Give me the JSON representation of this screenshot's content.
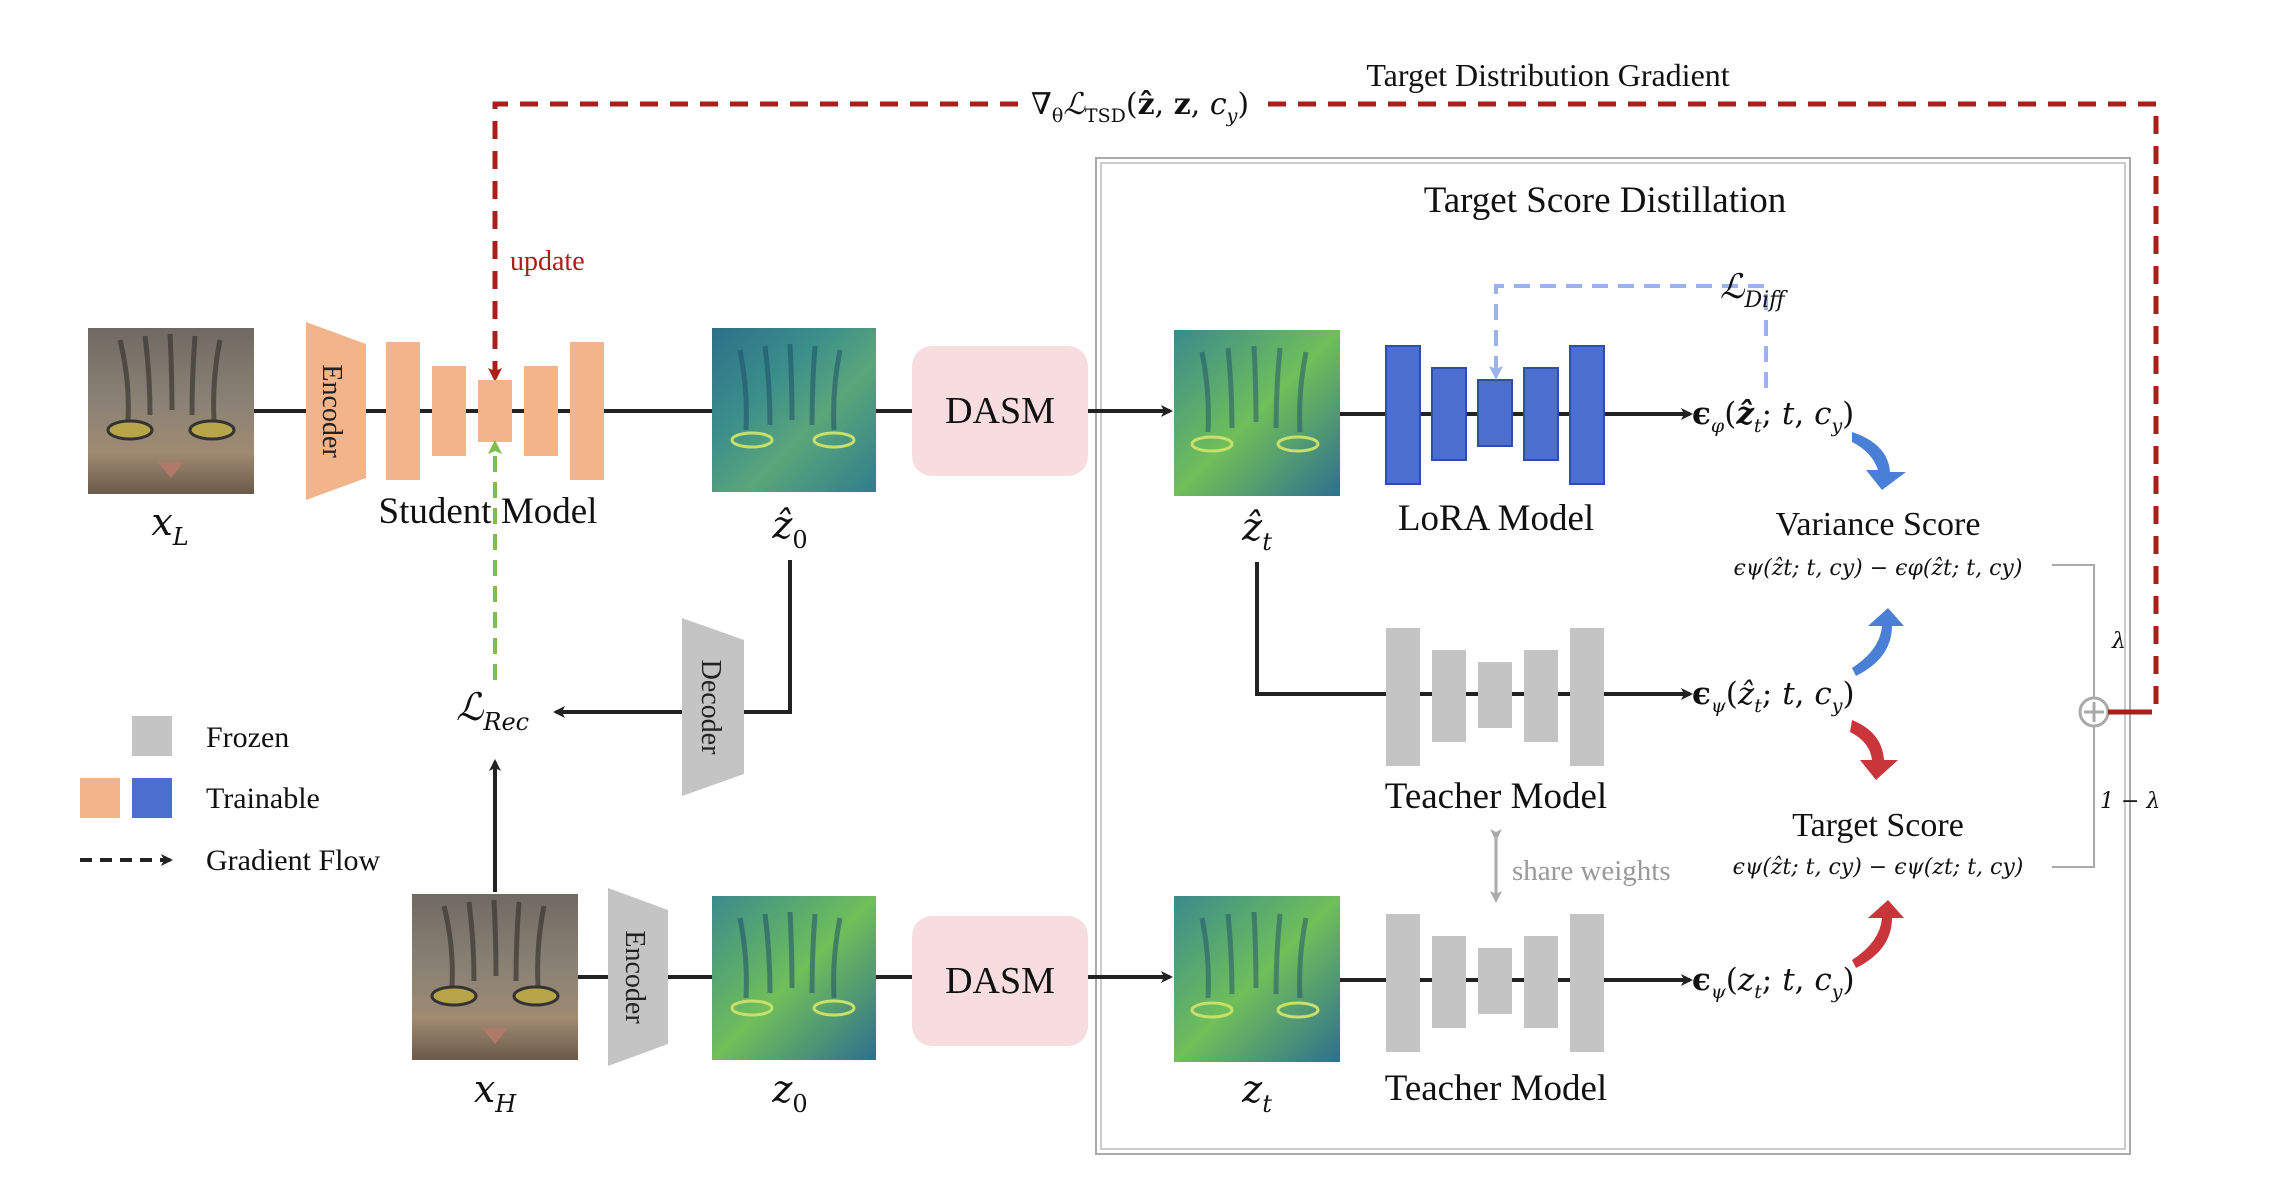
{
  "title": "Target Score Distillation",
  "gradient_label": "Target Distribution Gradient",
  "gradient_formula": "∇θℒTSD(ẑ, z, cy)",
  "update_label": "update",
  "inputs": {
    "xL": "x",
    "xL_sub": "L",
    "xH": "x",
    "xH_sub": "H"
  },
  "student": {
    "encoder_label": "Encoder",
    "model_label": "Student Model"
  },
  "encoder2_label": "Encoder",
  "decoder_label": "Decoder",
  "dasm_top": "DASM",
  "dasm_bottom": "DASM",
  "latents": {
    "z0hat": "ẑ",
    "z0hat_sub": "0",
    "z0": "z",
    "z0_sub": "0",
    "zthat": "ẑ",
    "zthat_sub": "t",
    "zt": "z",
    "zt_sub": "t"
  },
  "loss_rec": "ℒ",
  "loss_rec_sub": "Rec",
  "loss_diff": "ℒ",
  "loss_diff_sub": "Diff",
  "lora_label": "LoRA Model",
  "teacher_top_label": "Teacher Model",
  "teacher_bottom_label": "Teacher Model",
  "share_weights": "share weights",
  "eps_phi": "ϵφ(ẑt; t, cy)",
  "eps_psi_hat": "ϵψ(ẑt; t, cy)",
  "eps_psi": "ϵψ(zt; t, cy)",
  "variance_score": {
    "title": "Variance Score",
    "formula": "ϵψ(ẑt; t, cy) − ϵφ(ẑt; t, cy)"
  },
  "target_score": {
    "title": "Target Score",
    "formula": "ϵψ(ẑt; t, cy) − ϵψ(zt; t, cy)"
  },
  "lambda": "λ",
  "one_minus_lambda": "1 − λ",
  "legend": {
    "frozen": "Frozen",
    "trainable": "Trainable",
    "gradient_flow": "Gradient Flow"
  },
  "colors": {
    "trainable_orange": "#f2b48a",
    "trainable_blue": "#4a6fcf",
    "frozen_gray": "#c4c4c4",
    "gradient_red": "#a8201a",
    "rec_green": "#7dbf4a",
    "diff_lightblue": "#9bb3e8",
    "dasm_pink": "#f7dde0",
    "arrow_blue": "#4a7fd6",
    "arrow_red": "#c8353a"
  }
}
